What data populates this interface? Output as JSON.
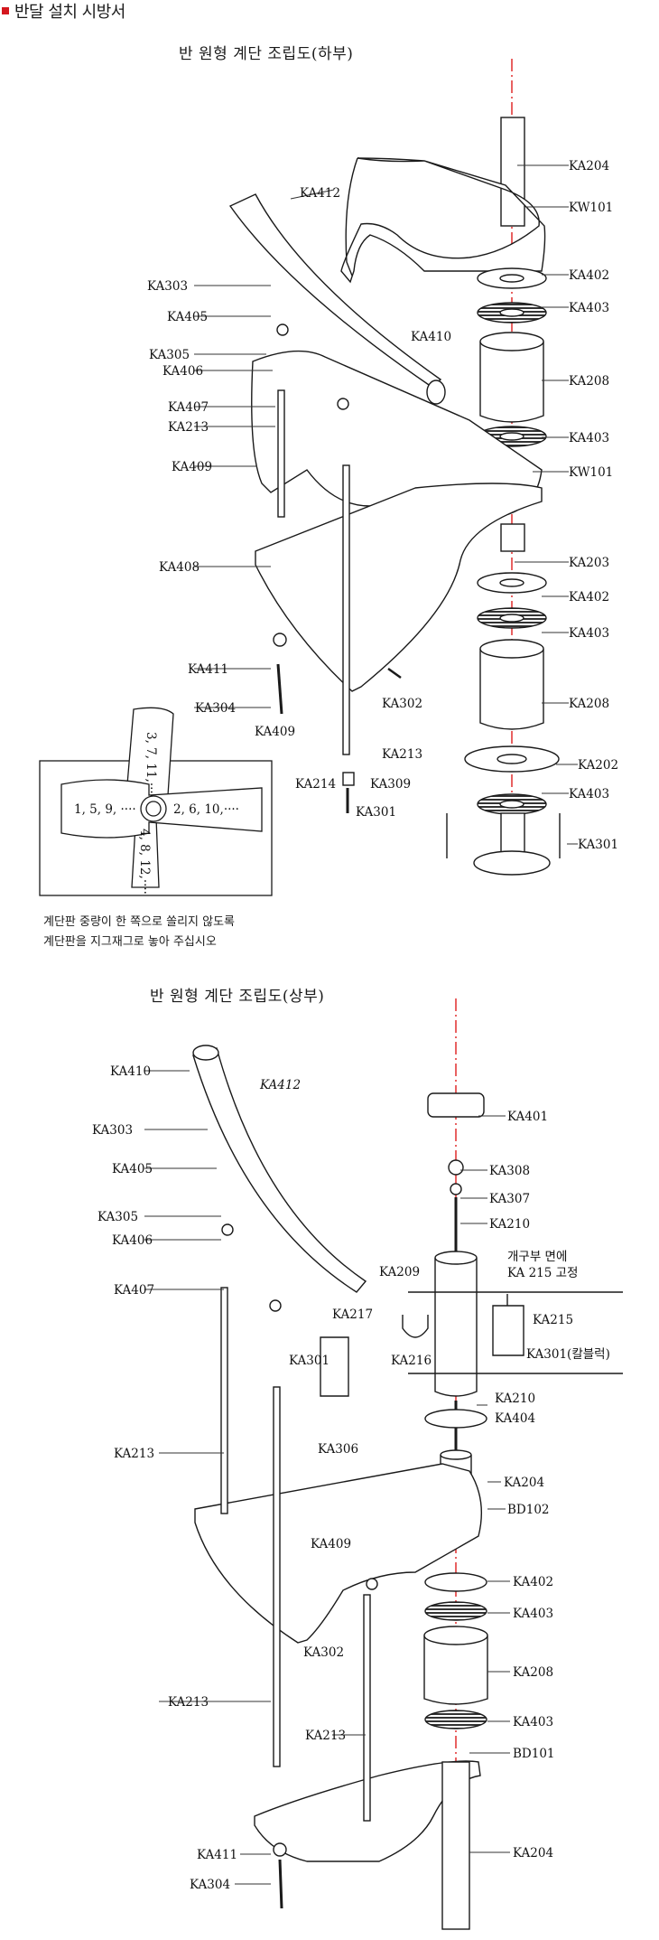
{
  "header": {
    "title": "반달 설치 시방서"
  },
  "sections": {
    "lower_title": "반 원형 계단 조립도(하부)",
    "upper_title": "반 원형 계단 조립도(상부)"
  },
  "note": {
    "line1": "계단판 중량이 한 쪽으로 쏠리지 않도록",
    "line2": "계단판을 지그재그로 놓아 주십시오"
  },
  "zigzag": {
    "left": "1, 5, 9, ····",
    "right": "2, 6, 10,····",
    "top": "3, 7, 11,····",
    "bottom": "4, 8, 12,····"
  },
  "labels_lower": [
    {
      "name": "ka204",
      "text": "KA204"
    },
    {
      "name": "kw101-a",
      "text": "KW101"
    },
    {
      "name": "ka412",
      "text": "KA412"
    },
    {
      "name": "ka402-a",
      "text": "KA402"
    },
    {
      "name": "ka403-a",
      "text": "KA403"
    },
    {
      "name": "ka303",
      "text": "KA303"
    },
    {
      "name": "ka405",
      "text": "KA405"
    },
    {
      "name": "ka410",
      "text": "KA410"
    },
    {
      "name": "ka305",
      "text": "KA305"
    },
    {
      "name": "ka406",
      "text": "KA406"
    },
    {
      "name": "ka208-a",
      "text": "KA208"
    },
    {
      "name": "ka407",
      "text": "KA407"
    },
    {
      "name": "ka213-a",
      "text": "KA213"
    },
    {
      "name": "ka403-b",
      "text": "KA403"
    },
    {
      "name": "ka409-a",
      "text": "KA409"
    },
    {
      "name": "kw101-b",
      "text": "KW101"
    },
    {
      "name": "ka408",
      "text": "KA408"
    },
    {
      "name": "ka203",
      "text": "KA203"
    },
    {
      "name": "ka402-b",
      "text": "KA402"
    },
    {
      "name": "ka403-c",
      "text": "KA403"
    },
    {
      "name": "ka411",
      "text": "KA411"
    },
    {
      "name": "ka302",
      "text": "KA302"
    },
    {
      "name": "ka304",
      "text": "KA304"
    },
    {
      "name": "ka208-b",
      "text": "KA208"
    },
    {
      "name": "ka409-b",
      "text": "KA409"
    },
    {
      "name": "ka213-b",
      "text": "KA213"
    },
    {
      "name": "ka202",
      "text": "KA202"
    },
    {
      "name": "ka214",
      "text": "KA214"
    },
    {
      "name": "ka309",
      "text": "KA309"
    },
    {
      "name": "ka403-d",
      "text": "KA403"
    },
    {
      "name": "ka301-a",
      "text": "KA301"
    },
    {
      "name": "ka301-b",
      "text": "KA301"
    }
  ],
  "labels_upper": [
    {
      "name": "ka410",
      "text": "KA410"
    },
    {
      "name": "ka412",
      "text": "KA412"
    },
    {
      "name": "ka401",
      "text": "KA401"
    },
    {
      "name": "ka303",
      "text": "KA303"
    },
    {
      "name": "ka405",
      "text": "KA405"
    },
    {
      "name": "ka308",
      "text": "KA308"
    },
    {
      "name": "ka307",
      "text": "KA307"
    },
    {
      "name": "ka210-a",
      "text": "KA210"
    },
    {
      "name": "ka305",
      "text": "KA305"
    },
    {
      "name": "ka406",
      "text": "KA406"
    },
    {
      "name": "ka209",
      "text": "KA209"
    },
    {
      "name": "note-line1",
      "text": "개구부 면에"
    },
    {
      "name": "note-line2",
      "text": "KA 215 고정"
    },
    {
      "name": "ka407",
      "text": "KA407"
    },
    {
      "name": "ka217",
      "text": "KA217"
    },
    {
      "name": "ka215",
      "text": "KA215"
    },
    {
      "name": "ka301",
      "text": "KA301"
    },
    {
      "name": "ka216",
      "text": "KA216"
    },
    {
      "name": "ka301-anchor",
      "text": "KA301(칼블럭)"
    },
    {
      "name": "ka210-b",
      "text": "KA210"
    },
    {
      "name": "ka404",
      "text": "KA404"
    },
    {
      "name": "ka306",
      "text": "KA306"
    },
    {
      "name": "ka213-a",
      "text": "KA213"
    },
    {
      "name": "ka204-a",
      "text": "KA204"
    },
    {
      "name": "bd102",
      "text": "BD102"
    },
    {
      "name": "ka409",
      "text": "KA409"
    },
    {
      "name": "ka402",
      "text": "KA402"
    },
    {
      "name": "ka403-a",
      "text": "KA403"
    },
    {
      "name": "ka302",
      "text": "KA302"
    },
    {
      "name": "ka208",
      "text": "KA208"
    },
    {
      "name": "ka213-b",
      "text": "KA213"
    },
    {
      "name": "ka403-b",
      "text": "KA403"
    },
    {
      "name": "ka213-c",
      "text": "KA213"
    },
    {
      "name": "bd101",
      "text": "BD101"
    },
    {
      "name": "ka411",
      "text": "KA411"
    },
    {
      "name": "ka204-b",
      "text": "KA204"
    },
    {
      "name": "ka304",
      "text": "KA304"
    }
  ]
}
